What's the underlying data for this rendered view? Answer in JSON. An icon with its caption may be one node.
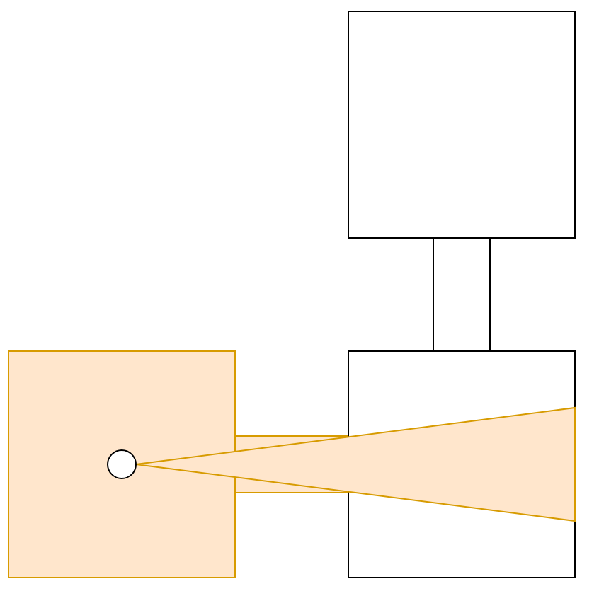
{
  "diagram": {
    "nodes": [
      {
        "text": [],
        "shape": "box"
      },
      {
        "text": [],
        "shape": "box"
      },
      {
        "text": [],
        "shape": "box"
      }
    ],
    "edges": [
      {
        "from": 0,
        "to": 2,
        "arrow": "none"
      },
      {
        "from": 1,
        "to": 2,
        "arrow": "none",
        "color": "#d79b00"
      }
    ]
  }
}
